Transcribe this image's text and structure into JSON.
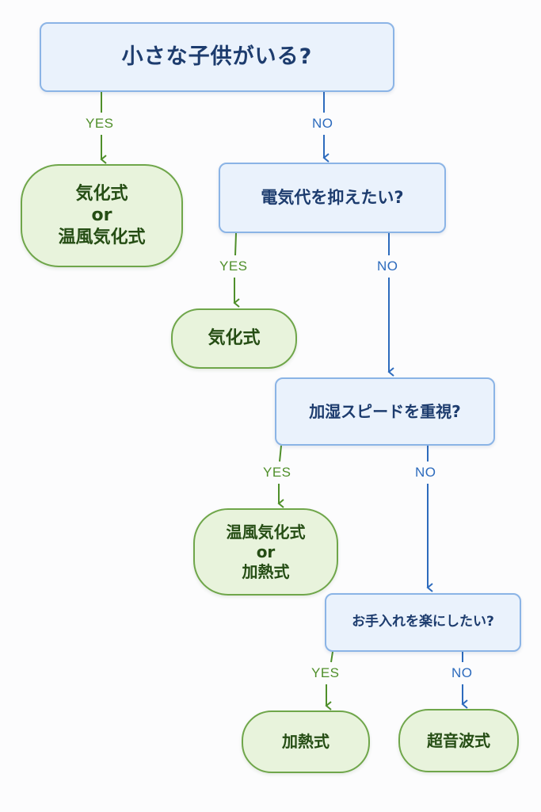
{
  "questions": {
    "q1": "小さな子供がいる?",
    "q2": "電気代を抑えたい?",
    "q3": "加湿スピードを重視?",
    "q4": "お手入れを楽にしたい?"
  },
  "answers": {
    "a1": [
      "気化式",
      "or",
      "温風気化式"
    ],
    "a2": "気化式",
    "a3": [
      "温風気化式",
      "or",
      "加熱式"
    ],
    "a4": "加熱式",
    "a5": "超音波式"
  },
  "branch_labels": {
    "yes": "YES",
    "no": "NO"
  },
  "colors": {
    "question_fill": "#eaf2fc",
    "question_border": "#8bb4e6",
    "question_text": "#1d3c6e",
    "answer_fill": "#e8f3dc",
    "answer_border": "#6fa64a",
    "answer_text": "#254d14",
    "yes_arrow": "#4f8f2a",
    "no_arrow": "#2d6bbd"
  }
}
